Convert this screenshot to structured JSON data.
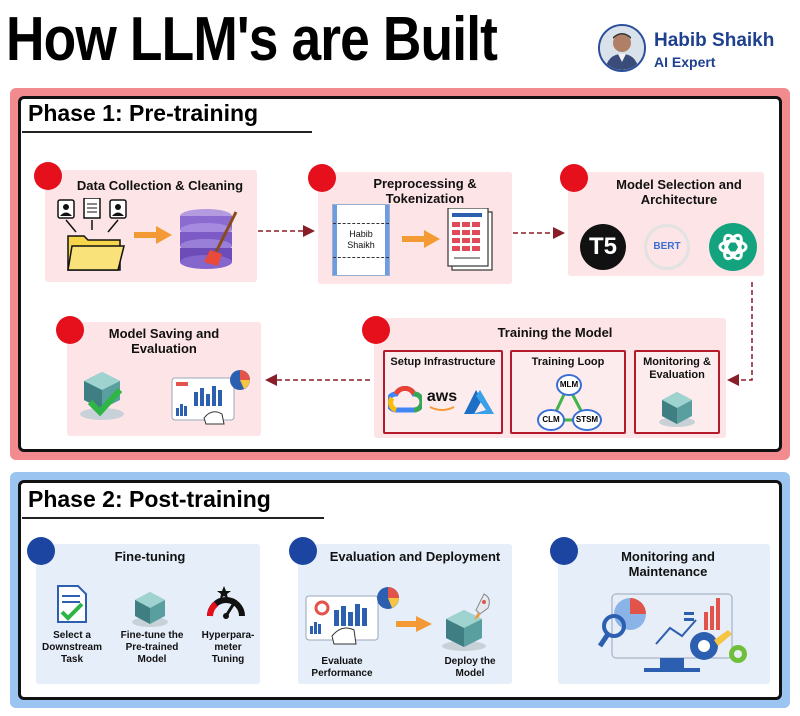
{
  "title": "How LLM's are Built",
  "author": {
    "name": "Habib Shaikh",
    "role": "AI Expert"
  },
  "phase1": {
    "title": "Phase 1: Pre-training",
    "data_collection": {
      "title": "Data Collection & Cleaning"
    },
    "preprocessing": {
      "title": "Preprocessing & Tokenization",
      "doc_text": "Habib Shaikh"
    },
    "model_selection": {
      "title": "Model Selection and Architecture",
      "t5_logo": "T5",
      "bert_logo": "BERT"
    },
    "training": {
      "title": "Training the Model",
      "setup": {
        "title": "Setup Infrastructure",
        "aws_logo": "aws"
      },
      "loop": {
        "title": "Training Loop",
        "nodes": [
          "MLM",
          "CLM",
          "STSM"
        ]
      },
      "monitoring": {
        "title": "Monitoring & Evaluation"
      }
    },
    "saving": {
      "title": "Model Saving and Evaluation"
    }
  },
  "phase2": {
    "title": "Phase 2: Post-training",
    "fine_tuning": {
      "title": "Fine-tuning",
      "items": [
        "Select a Downstream Task",
        "Fine-tune the Pre-trained Model",
        "Hyperpara-meter Tuning"
      ]
    },
    "evaluation": {
      "title": "Evaluation and Deployment",
      "items": [
        "Evaluate Performance",
        "Deploy the Model"
      ]
    },
    "monitoring": {
      "title": "Monitoring and Maintenance"
    }
  },
  "colors": {
    "phase1_accent": "#f28b8f",
    "phase2_accent": "#9cc4f0",
    "phase1_dot": "#e5101c",
    "phase2_dot": "#1b45a0",
    "author": "#1f3f8f"
  }
}
